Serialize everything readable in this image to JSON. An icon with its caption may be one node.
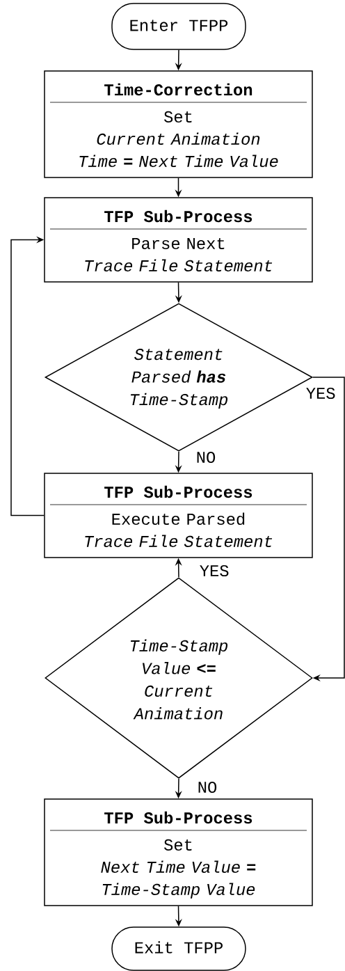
{
  "diagram": {
    "nodes": [
      {
        "text": [
          "Enter TFPP"
        ]
      },
      {
        "text": [
          "Time-Correction",
          "Set",
          "Current Animation Time **=** Next Time Value"
        ]
      },
      {
        "text": [
          "TFP Sub-Process",
          "Parse Next",
          "Trace File Statement"
        ]
      },
      {
        "text": [
          "Statement Parsed **has** Time-Stamp"
        ]
      },
      {
        "text": [
          "TFP Sub-Process",
          "Execute Parsed",
          "Trace File Statement"
        ]
      },
      {
        "text": [
          "Time-Stamp Value **<=** Current Animation"
        ]
      },
      {
        "text": [
          "TFP Sub-Process",
          "Set",
          "Next Time Value **=** Time-Stamp Value"
        ]
      },
      {
        "text": [
          "Exit TFPP"
        ]
      }
    ],
    "edges": [
      {
        "from": 0,
        "to": 1,
        "arrow": "to"
      },
      {
        "from": 1,
        "to": 2,
        "arrow": "to"
      },
      {
        "from": 2,
        "to": 3,
        "arrow": "to"
      },
      {
        "from": 3,
        "to": 4,
        "arrow": "to",
        "label": "NO"
      },
      {
        "from": 3,
        "to": 5,
        "arrow": "to",
        "label": "YES"
      },
      {
        "from": 4,
        "to": 2,
        "arrow": "to"
      },
      {
        "from": 5,
        "to": 4,
        "arrow": "to",
        "label": "YES"
      },
      {
        "from": 5,
        "to": 6,
        "arrow": "to",
        "label": "NO"
      },
      {
        "from": 6,
        "to": 7,
        "arrow": "to"
      }
    ]
  }
}
